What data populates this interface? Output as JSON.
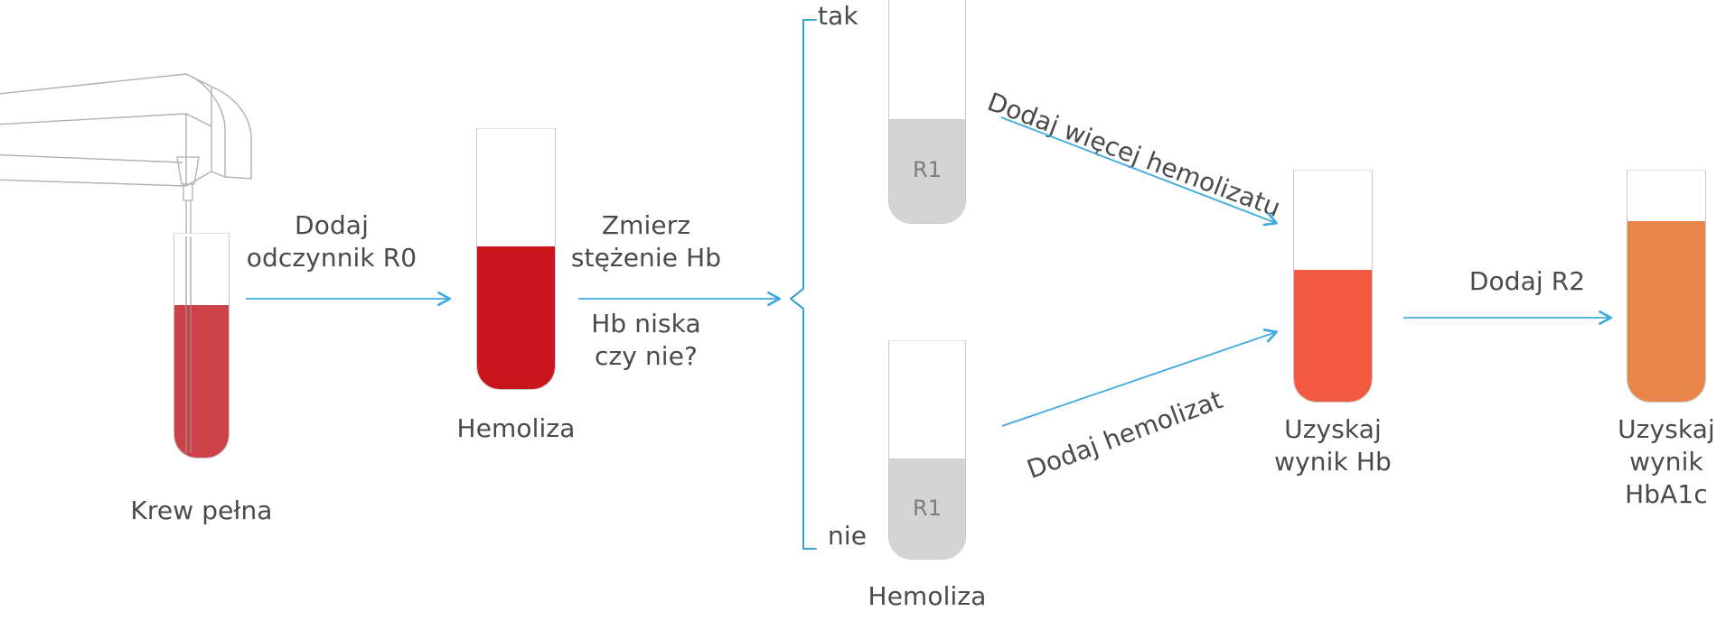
{
  "diagram": {
    "title": "HbA1c assay workflow",
    "language": "pl",
    "colors": {
      "arrow": "#3fa9e0",
      "bracket": "#2196d3",
      "text": "#4a4a4a",
      "whole_blood_red": "#cd4149",
      "hemolysate_red": "#cb151d",
      "reagent_gray": "#d4d4d4",
      "hb_result_orange_red": "#f15a40",
      "hba1c_orange": "#e8854a",
      "glass_outline": "#c9c9c9",
      "device_outline": "#b0b0b0",
      "background": "#ffffff"
    },
    "steps": [
      {
        "id": "whole-blood",
        "caption": "Krew pełna",
        "fill_label": "",
        "fill_color": "#cd4149",
        "fill_percent": 68
      },
      {
        "id": "hemolysis-1",
        "caption": "Hemoliza",
        "fill_label": "",
        "fill_color": "#cb151d",
        "fill_percent": 55
      },
      {
        "id": "reagent-r1-tak",
        "caption": "",
        "fill_label": "R1",
        "fill_color": "#d4d4d4",
        "fill_percent": 46
      },
      {
        "id": "reagent-r1-nie",
        "caption": "Hemoliza",
        "fill_label": "R1",
        "fill_color": "#d4d4d4",
        "fill_percent": 46
      },
      {
        "id": "hb-result",
        "caption": "Uzyskaj\nwynik Hb",
        "fill_label": "",
        "fill_color": "#f15a40",
        "fill_percent": 57
      },
      {
        "id": "hba1c-result",
        "caption": "Uzyskaj\nwynik\nHbA1c",
        "fill_label": "",
        "fill_color": "#e8854a",
        "fill_percent": 78
      }
    ],
    "arrows": [
      {
        "id": "add-r0",
        "label": "Dodaj\nodczynnik R0",
        "rotated": false
      },
      {
        "id": "measure-hb",
        "label": "Zmierz\nstężenie Hb",
        "rotated": false
      },
      {
        "id": "add-more-hemolysate",
        "label": "Dodaj więcej hemolizatu",
        "rotated": true
      },
      {
        "id": "add-hemolysate",
        "label": "Dodaj hemolizat",
        "rotated": true
      },
      {
        "id": "add-r2",
        "label": "Dodaj R2",
        "rotated": false
      }
    ],
    "decision": {
      "question": "Hb niska\nczy nie?",
      "branch_yes": "tak",
      "branch_no": "nie"
    },
    "device": {
      "name": "reagent-dispenser",
      "label": ""
    }
  }
}
